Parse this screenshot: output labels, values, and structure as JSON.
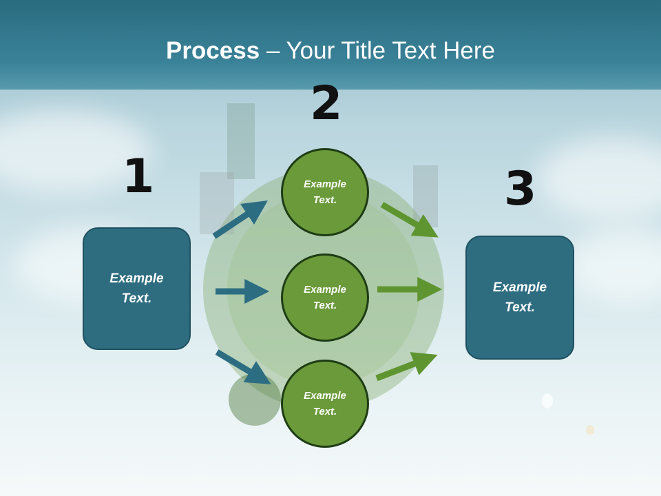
{
  "title": {
    "bold": "Process",
    "rest": " – Your Title Text Here"
  },
  "steps": [
    "1",
    "2",
    "3"
  ],
  "left_box": {
    "line1": "Example",
    "line2": "Text."
  },
  "circles": [
    {
      "line1": "Example",
      "line2": "Text."
    },
    {
      "line1": "Example",
      "line2": "Text."
    },
    {
      "line1": "Example",
      "line2": "Text."
    }
  ],
  "right_box": {
    "line1": "Example",
    "line2": "Text."
  },
  "colors": {
    "teal": "#2e6d80",
    "green": "#6a9a3a",
    "arrow_teal": "#2c6d82",
    "arrow_green": "#5f9530"
  }
}
